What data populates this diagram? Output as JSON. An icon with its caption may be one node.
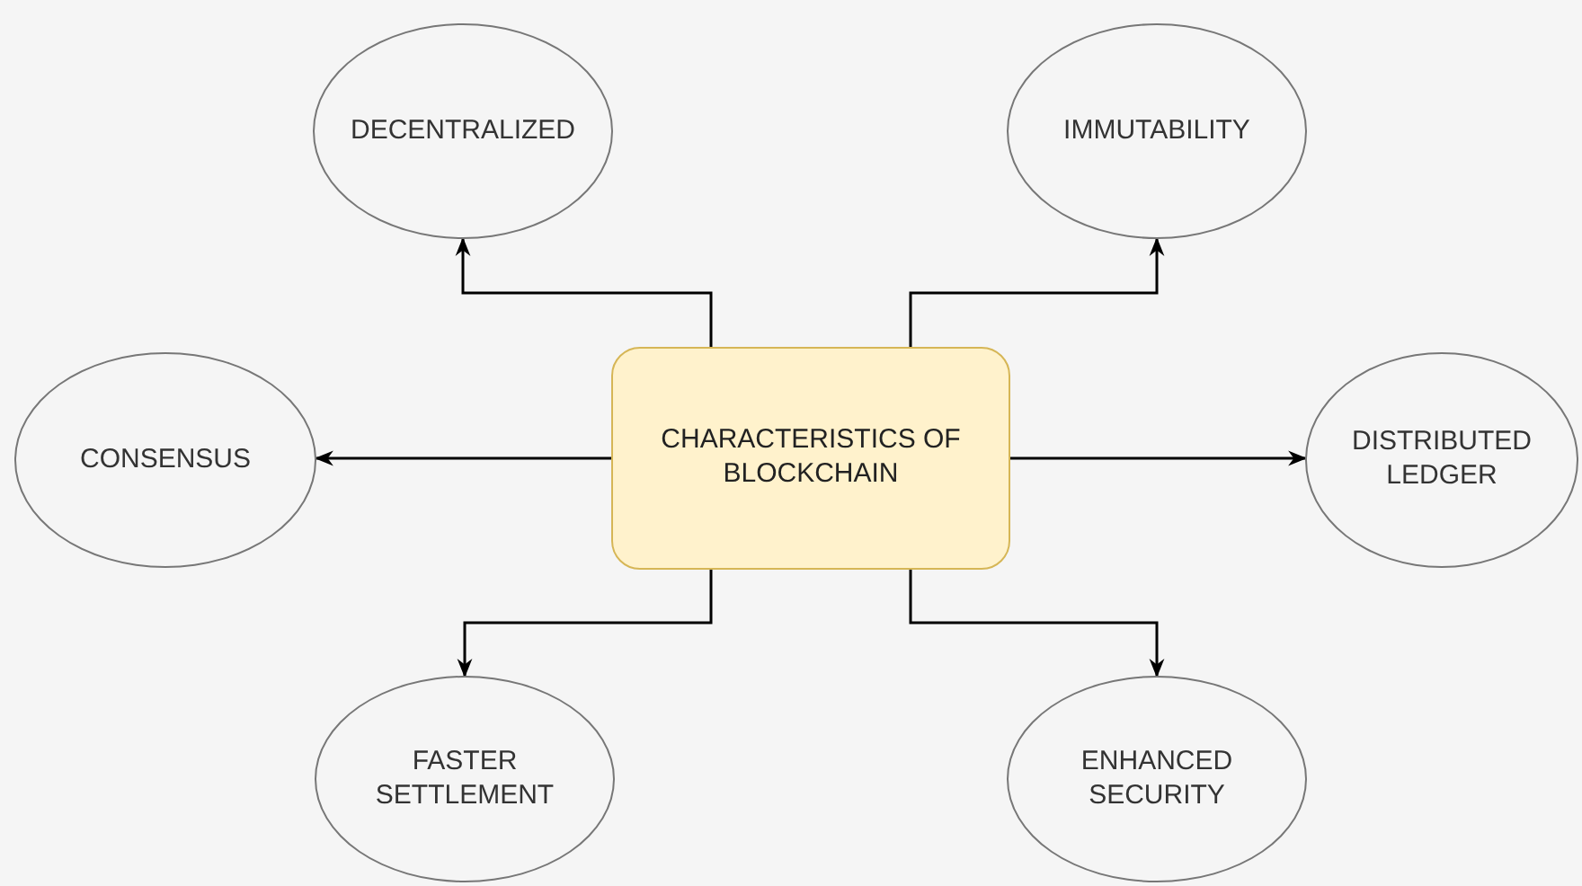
{
  "diagram": {
    "nodes": [
      {
        "text": [
          "CHARACTERISTICS OF BLOCKCHAIN"
        ]
      },
      {
        "text": [
          "DECENTRALIZED"
        ]
      },
      {
        "text": [
          "IMMUTABILITY"
        ]
      },
      {
        "text": [
          "CONSENSUS"
        ]
      },
      {
        "text": [
          "DISTRIBUTED LEDGER"
        ]
      },
      {
        "text": [
          "FASTER SETTLEMENT"
        ]
      },
      {
        "text": [
          "ENHANCED SECURITY"
        ]
      }
    ],
    "edges": [
      {
        "from": 0,
        "to": 1,
        "arrow": "to"
      },
      {
        "from": 0,
        "to": 2,
        "arrow": "to"
      },
      {
        "from": 0,
        "to": 3,
        "arrow": "to"
      },
      {
        "from": 0,
        "to": 4,
        "arrow": "to"
      },
      {
        "from": 0,
        "to": 5,
        "arrow": "to"
      },
      {
        "from": 0,
        "to": 6,
        "arrow": "to"
      }
    ]
  }
}
